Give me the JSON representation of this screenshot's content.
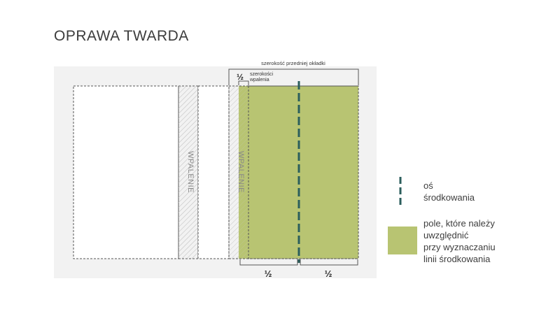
{
  "title": "OPRAWA TWARDA",
  "labels": {
    "front_cover_width": "szerokość przedniej okładki",
    "half_fraction": "½",
    "burn_width": "szerokości\nwpalenia",
    "burn_width_line1": "szerokości",
    "burn_width_line2": "wpalenia",
    "hinge_left": "WPALENIE",
    "hinge_right": "WPALENIE",
    "bottom_half_left": "½",
    "bottom_half_right": "½"
  },
  "legend": {
    "axis_line1": "oś",
    "axis_line2": "środkowania",
    "field_line1": "pole, które należy",
    "field_line2": "uwzględnić",
    "field_line3": "przy wyznaczaniu",
    "field_line4": "linii środkowania"
  },
  "colors": {
    "field_green": "#b8c472",
    "axis_teal": "#2b5e5c",
    "background_gray": "#f2f2f2"
  },
  "icons": [
    "center-axis-icon",
    "field-swatch-icon"
  ]
}
